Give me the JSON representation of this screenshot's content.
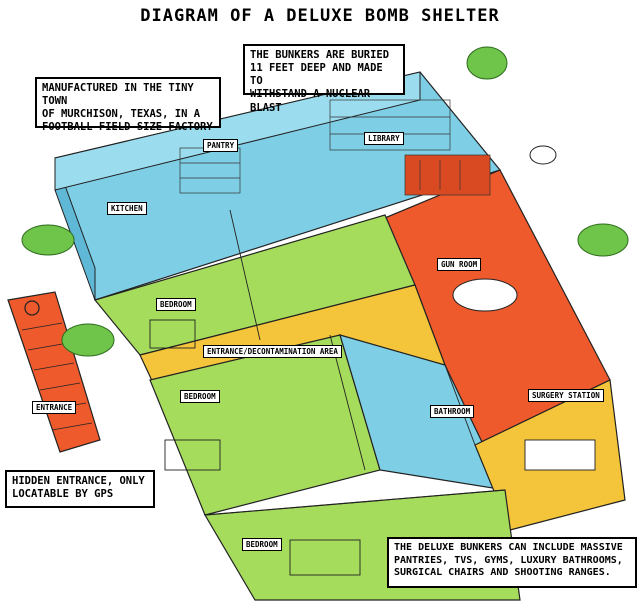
{
  "title": "DIAGRAM OF A DELUXE BOMB SHELTER",
  "callouts": {
    "murchison": "MANUFACTURED IN THE TINY TOWN\nOF MURCHISON, TEXAS, IN A\nFOOTBALL FIELD-SIZE FACTORY",
    "buried": "THE BUNKERS ARE BURIED\n11 FEET DEEP AND MADE TO\nWITHSTAND A NUCLEAR BLAST",
    "hidden": "HIDDEN ENTRANCE, ONLY\nLOCATABLE BY GPS",
    "deluxe": "THE DELUXE BUNKERS CAN INCLUDE MASSIVE\nPANTRIES, TVS, GYMS, LUXURY BATHROOMS,\nSURGICAL CHAIRS AND SHOOTING RANGES."
  },
  "rooms": {
    "pantry": "PANTRY",
    "library": "LIBRARY",
    "kitchen": "KITCHEN",
    "gun_room": "GUN ROOM",
    "bedroom_top": "BEDROOM",
    "entrance_decon": "ENTRANCE/DECONTAMINATION AREA",
    "bedroom_mid": "BEDROOM",
    "bathroom": "BATHROOM",
    "surgery": "SURGERY STATION",
    "entrance": "ENTRANCE",
    "bedroom_bottom": "BEDROOM"
  },
  "colors": {
    "blue": "#7ecfe6",
    "green": "#a6dc5c",
    "yellow": "#f4c53a",
    "red": "#ee5a2c",
    "bush": "#6fc44a"
  }
}
